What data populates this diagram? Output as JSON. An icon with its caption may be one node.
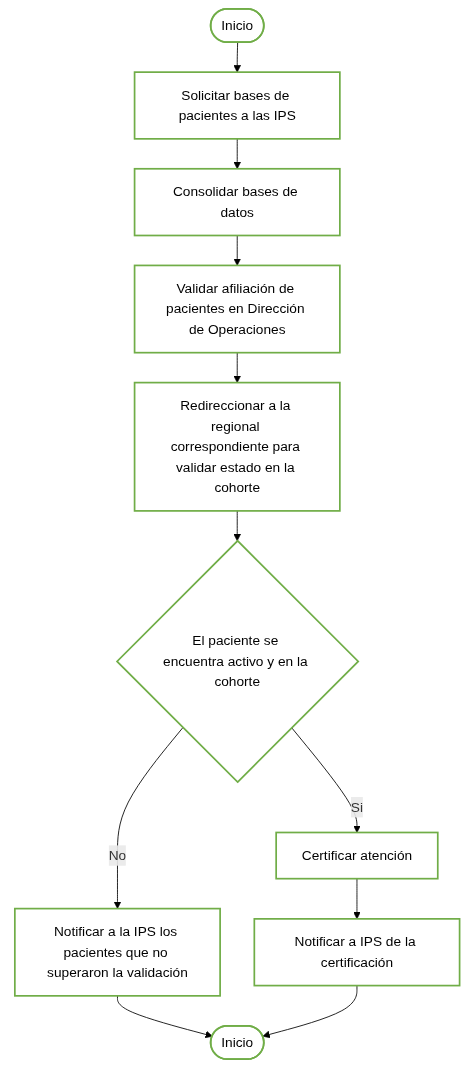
{
  "diagram": {
    "nodes": [
      {
        "text": [
          "Inicio"
        ]
      },
      {
        "text": [
          "Solicitar bases de pacientes a las IPS"
        ]
      },
      {
        "text": [
          "Consolidar bases de datos"
        ]
      },
      {
        "text": [
          "Validar afiliación de pacientes en Dirección de Operaciones"
        ]
      },
      {
        "text": [
          "Redireccionar a la regional correspondiente para validar estado en la cohorte"
        ]
      },
      {
        "text": [
          "El paciente se encuentra activo y en la cohorte"
        ]
      },
      {
        "text": [
          "Certificar atención"
        ]
      },
      {
        "text": [
          "Notificar a IPS de la certificación"
        ]
      },
      {
        "text": [
          "Notificar a la IPS los pacientes que no superaron la validación"
        ]
      },
      {
        "text": [
          "Inicio"
        ]
      }
    ],
    "edges": [
      {
        "from": 0,
        "to": 1,
        "arrow": "to"
      },
      {
        "from": 1,
        "to": 2,
        "arrow": "to"
      },
      {
        "from": 2,
        "to": 3,
        "arrow": "to"
      },
      {
        "from": 3,
        "to": 4,
        "arrow": "to"
      },
      {
        "from": 4,
        "to": 5,
        "arrow": "to"
      },
      {
        "from": 5,
        "to": 6,
        "label": "Si",
        "arrow": "to"
      },
      {
        "from": 6,
        "to": 7,
        "arrow": "to"
      },
      {
        "from": 5,
        "to": 8,
        "label": "No",
        "arrow": "to"
      },
      {
        "from": 8,
        "to": 9,
        "arrow": "to"
      },
      {
        "from": 7,
        "to": 9,
        "arrow": "to"
      }
    ]
  }
}
